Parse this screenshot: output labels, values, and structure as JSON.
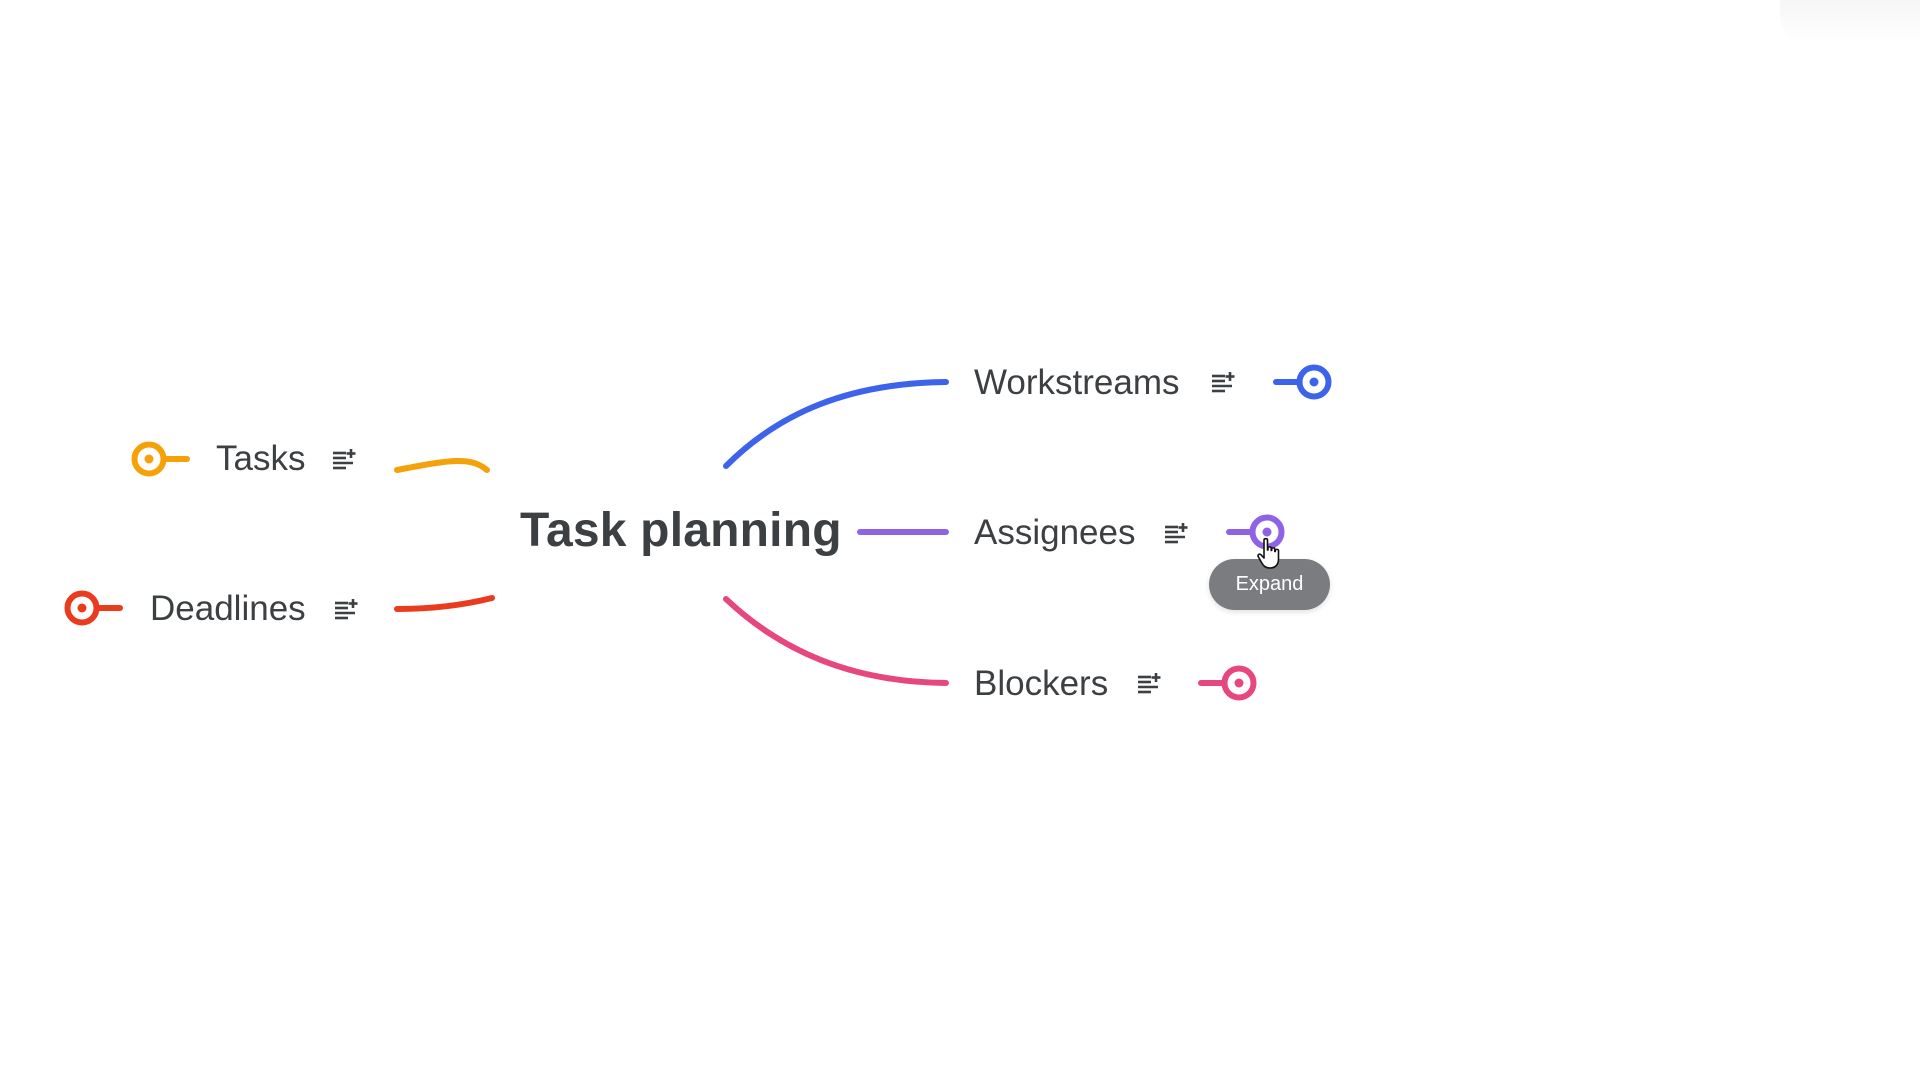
{
  "central_topic": "Task planning",
  "branches": {
    "tasks": {
      "label": "Tasks",
      "color": "#f5a20a"
    },
    "deadlines": {
      "label": "Deadlines",
      "color": "#ea3b1e"
    },
    "workstreams": {
      "label": "Workstreams",
      "color": "#3d63ea"
    },
    "assignees": {
      "label": "Assignees",
      "color": "#8f63e6"
    },
    "blockers": {
      "label": "Blockers",
      "color": "#e6477f"
    }
  },
  "tooltip": {
    "text": "Expand"
  },
  "icons": {
    "note": "add-note-icon",
    "handle": "expand-handle-icon",
    "cursor": "hand-pointer-cursor"
  },
  "text_color": "#3c4043"
}
